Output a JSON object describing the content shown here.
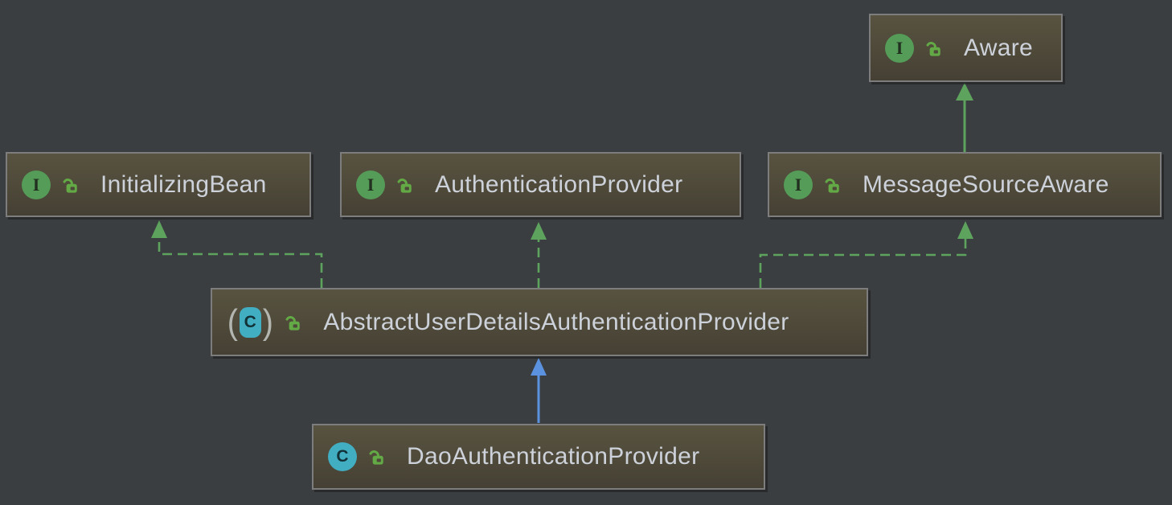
{
  "diagram": {
    "type": "uml-class-hierarchy",
    "background_color": "#3b3e41",
    "nodes": [
      {
        "id": "aware",
        "label": "Aware",
        "kind": "interface",
        "visibility": "public"
      },
      {
        "id": "initializing-bean",
        "label": "InitializingBean",
        "kind": "interface",
        "visibility": "public"
      },
      {
        "id": "authentication-provider",
        "label": "AuthenticationProvider",
        "kind": "interface",
        "visibility": "public"
      },
      {
        "id": "message-source-aware",
        "label": "MessageSourceAware",
        "kind": "interface",
        "visibility": "public"
      },
      {
        "id": "abstract-user-details-authentication-provider",
        "label": "AbstractUserDetailsAuthenticationProvider",
        "kind": "abstract-class",
        "visibility": "public"
      },
      {
        "id": "dao-authentication-provider",
        "label": "DaoAuthenticationProvider",
        "kind": "class",
        "visibility": "public"
      }
    ],
    "edges": [
      {
        "from": "message-source-aware",
        "to": "aware",
        "type": "interface-extends",
        "line": "solid",
        "color": "#5da35e"
      },
      {
        "from": "abstract-user-details-authentication-provider",
        "to": "initializing-bean",
        "type": "implements",
        "line": "dashed",
        "color": "#5da35e"
      },
      {
        "from": "abstract-user-details-authentication-provider",
        "to": "authentication-provider",
        "type": "implements",
        "line": "dashed",
        "color": "#5da35e"
      },
      {
        "from": "abstract-user-details-authentication-provider",
        "to": "message-source-aware",
        "type": "implements",
        "line": "dashed",
        "color": "#5da35e"
      },
      {
        "from": "dao-authentication-provider",
        "to": "abstract-user-details-authentication-provider",
        "type": "extends",
        "line": "solid",
        "color": "#5b92e0"
      }
    ],
    "colors": {
      "interface_icon": "#559c58",
      "class_icon": "#41aec2",
      "lock_icon": "#63a946",
      "node_fill_top": "#585340",
      "node_fill_bottom": "#454034",
      "node_border": "#7d7d7d",
      "node_text": "#cdd2da",
      "implements_edge": "#5da35e",
      "extends_class_edge": "#5b92e0"
    },
    "icon_letters": {
      "interface": "I",
      "class": "C"
    },
    "abstract_parens": {
      "open": "(",
      "close": ")"
    }
  }
}
